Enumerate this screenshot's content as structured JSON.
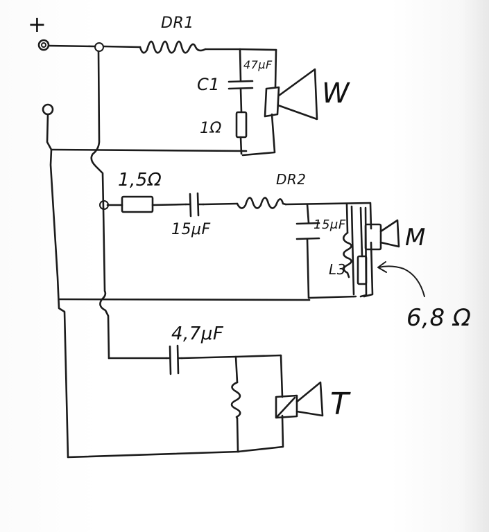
{
  "labels": {
    "plus": "+",
    "dr1": "DR1",
    "c1": "C1",
    "c1_value": "47μF",
    "r1": "1Ω",
    "woofer": "W",
    "r2": "1,5Ω",
    "c2": "15μF",
    "dr2": "DR2",
    "c3": "15μF",
    "l3": "L3",
    "mid": "M",
    "r3": "6,8 Ω",
    "c4": "4,7μF",
    "tweeter": "T"
  },
  "colors": {
    "ink": "#1b1b1b",
    "paper": "#ffffff"
  }
}
